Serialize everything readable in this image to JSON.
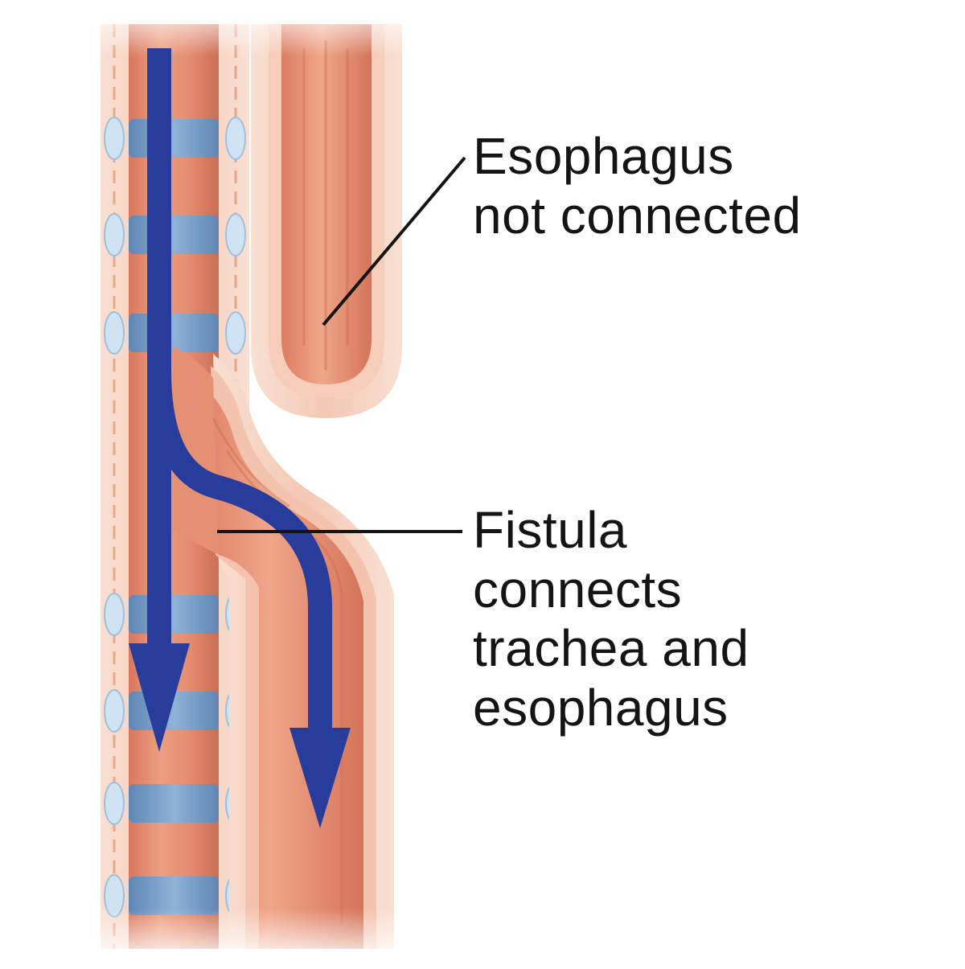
{
  "labels": {
    "esophagus": {
      "line1": "Esophagus",
      "line2": "not connected"
    },
    "fistula": {
      "line1": "Fistula",
      "line2": "connects",
      "line3": "trachea and",
      "line4": "esophagus"
    }
  },
  "icons": {
    "airflow": "arrow-down-icon"
  },
  "colors": {
    "tissue_light": "#f1c0a8",
    "tissue_mid": "#e38f72",
    "tissue_dark": "#c86a52",
    "wall_pale": "#f7d9c8",
    "cartilage_ring": "#7aa0c8",
    "arrow": "#283c9c",
    "leader_line": "#141414",
    "text": "#141414"
  }
}
